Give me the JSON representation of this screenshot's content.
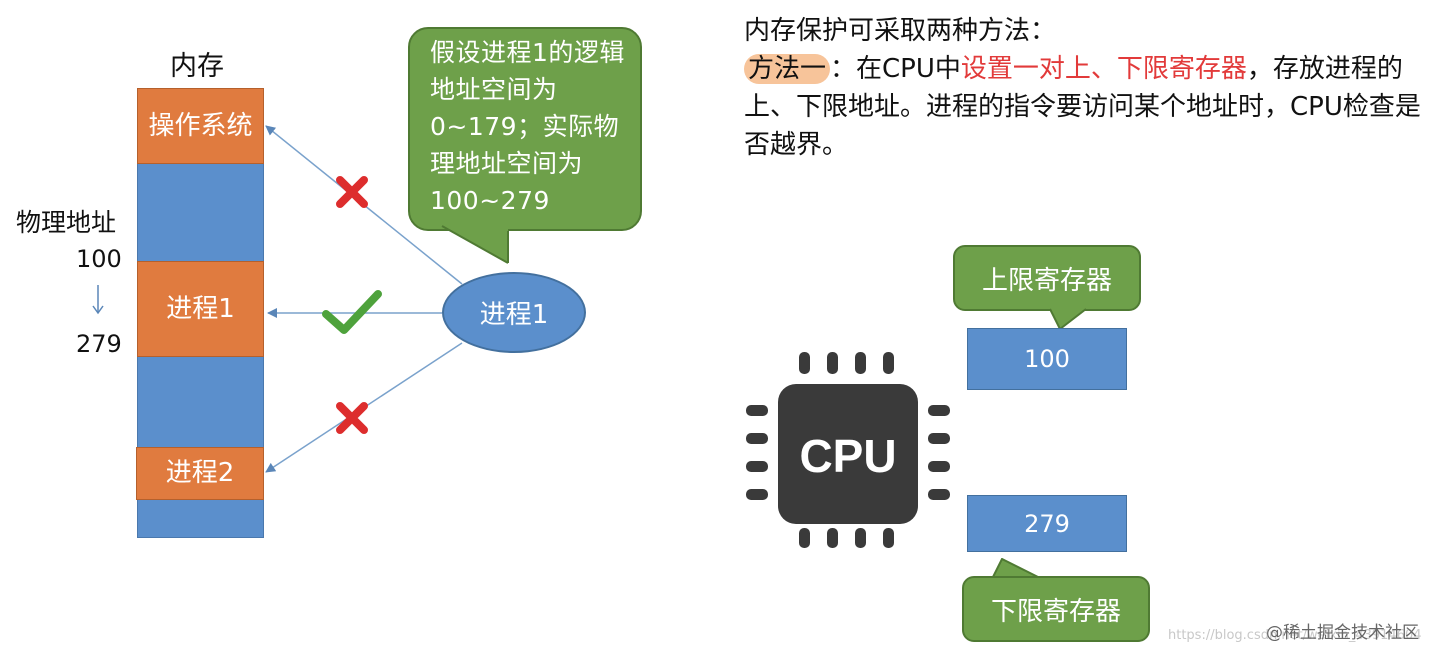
{
  "memory": {
    "title": "内存",
    "os_block": "操作系统",
    "process1_block": "进程1",
    "process2_block": "进程2"
  },
  "physical_address": {
    "label": "物理地址",
    "start": "100",
    "end": "279"
  },
  "bubble": {
    "text": "假设进程1的逻辑地址空间为 0~179；实际物理地址空间为 100~279"
  },
  "process": {
    "label": "进程1"
  },
  "marks": {
    "top": "invalid",
    "middle": "valid",
    "bottom": "invalid"
  },
  "description": {
    "line1": "内存保护可采取两种方法：",
    "method_label": "方法一",
    "colon": "：在CPU中",
    "highlight": "设置一对上、下限寄存器",
    "rest": "，存放进程的上、下限地址。进程的指令要访问某个地址时，CPU检查是否越界。"
  },
  "registers": {
    "upper_label": "上限寄存器",
    "upper_value": "100",
    "lower_value": "279",
    "lower_label": "下限寄存器"
  },
  "cpu": {
    "label": "CPU"
  },
  "watermark": {
    "url": "https://blog.csdn.net/weixin_43914604",
    "brand": "@稀土掘金技术社区"
  },
  "colors": {
    "orange": "#e07b3f",
    "blue": "#5b8fcc",
    "green": "#6ea04a",
    "red_text": "#e23a3a",
    "highlight": "#f7c49a"
  }
}
